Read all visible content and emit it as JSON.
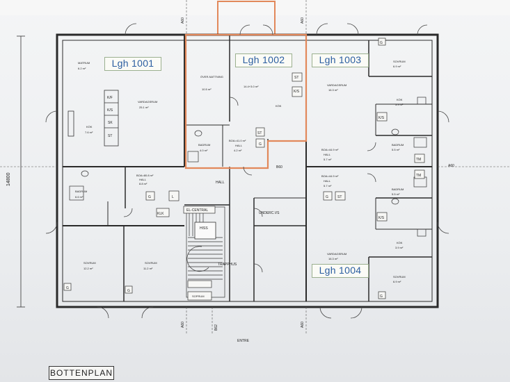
{
  "title": "BOTTENPLAN",
  "dimension_vertical": "14800",
  "section_marks": [
    "A60",
    "B60",
    "B62"
  ],
  "apartments": [
    {
      "id": "lgh-1001",
      "label": "Lgh 1001",
      "highlighted": false
    },
    {
      "id": "lgh-1002",
      "label": "Lgh 1002",
      "highlighted": true
    },
    {
      "id": "lgh-1003",
      "label": "Lgh 1003",
      "highlighted": false
    },
    {
      "id": "lgh-1004",
      "label": "Lgh 1004",
      "highlighted": false
    }
  ],
  "rooms": {
    "matrum": {
      "name": "MATRUM",
      "area": "6.2 m²"
    },
    "vardagsrum_1001": {
      "name": "VARDAGSRUM",
      "area": "25.1 m²"
    },
    "kok_1001": {
      "name": "KÖK",
      "area": "7.6 m²"
    },
    "badrum_1001": {
      "name": "BADRUM",
      "area": "6.6 m²"
    },
    "hall_1001": {
      "name": "HALL",
      "area": "8.8 m²",
      "boa": "BOA=80.8 m²"
    },
    "klk": {
      "name": "KLK"
    },
    "sovrum_a": {
      "name": "SOVRUM",
      "area": "12.2 m²"
    },
    "sovrum_b": {
      "name": "SOVRUM",
      "area": "11.2 m²"
    },
    "overnattning": {
      "name": "ÖVER-NATTNING",
      "area": "10.5 m²"
    },
    "vardagsrum_1002": {
      "name": "",
      "area": "14.4+3.0 m²"
    },
    "kok_1002": {
      "name": "KÖK"
    },
    "badrum_1002": {
      "name": "BADRUM",
      "area": "4.0 m²"
    },
    "hall_1002": {
      "name": "HALL",
      "area": "4.2 m²",
      "boa": "BOA=41.0 m²"
    },
    "sovrum_1003": {
      "name": "SOVRUM",
      "area": "6.9 m²"
    },
    "vardagsrum_1003": {
      "name": "VARDAGSRUM",
      "area": "16.3 m²"
    },
    "kok_1003": {
      "name": "KÖK",
      "area": "3.9 m²"
    },
    "badrum_1003": {
      "name": "BADRUM",
      "area": "5.5 m²"
    },
    "hall_1003": {
      "name": "HALL",
      "area": "5.7 m²",
      "boa": "BOA=44.9 m²"
    },
    "hall_1004": {
      "name": "HALL",
      "area": "5.7 m²",
      "boa": "BOA=44.9 m²"
    },
    "badrum_1004": {
      "name": "BADRUM",
      "area": "5.5 m²"
    },
    "kok_1004": {
      "name": "KÖK",
      "area": "3.9 m²"
    },
    "vardagsrum_1004": {
      "name": "VARDAGSRUM",
      "area": "16.3 m²"
    },
    "sovrum_1004": {
      "name": "SOVRUM",
      "area": "6.9 m²"
    },
    "hall_common": {
      "name": "HALL"
    },
    "el_central": {
      "name": "EL-CENTRAL"
    },
    "underc_vs": {
      "name": "UNDERC.VS"
    },
    "trapphus": {
      "name": "TRAPPHUS"
    },
    "hiss": {
      "name": "HISS"
    },
    "sopprum": {
      "name": "SOPRUM"
    },
    "entre": {
      "name": "ENTRE"
    }
  },
  "fixtures": [
    "K/F",
    "K/S",
    "SK",
    "ST",
    "G",
    "TM"
  ],
  "colors": {
    "highlight": "#e2885a",
    "label_text": "#2a5da0",
    "label_box": "#9bb08f"
  }
}
